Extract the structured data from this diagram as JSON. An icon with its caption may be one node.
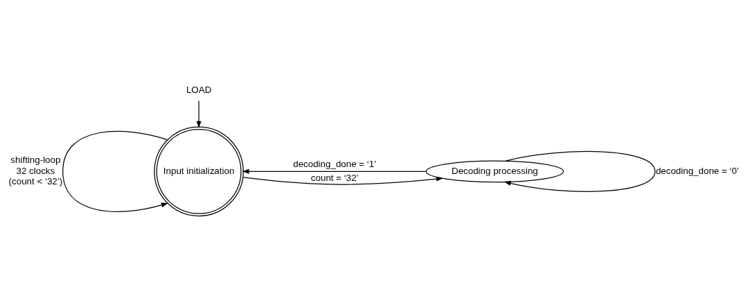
{
  "diagram": {
    "nodes": [
      {
        "text": [
          "LOAD"
        ]
      },
      {
        "text": [
          "Input initialization"
        ]
      },
      {
        "text": [
          "Decoding processing"
        ]
      }
    ],
    "edges": [
      {
        "from": 0,
        "to": 1,
        "arrow": "to"
      },
      {
        "from": 1,
        "to": 1,
        "arrow": "to",
        "label": "shifting-loop 32 clocks (count < ‘32’)"
      },
      {
        "from": 1,
        "to": 2,
        "arrow": "to",
        "label": "count = ‘32’"
      },
      {
        "from": 2,
        "to": 2,
        "arrow": "to",
        "label": "decoding_done = ‘0’"
      },
      {
        "from": 2,
        "to": 1,
        "arrow": "to",
        "label": "decoding_done = ‘1’"
      }
    ]
  }
}
